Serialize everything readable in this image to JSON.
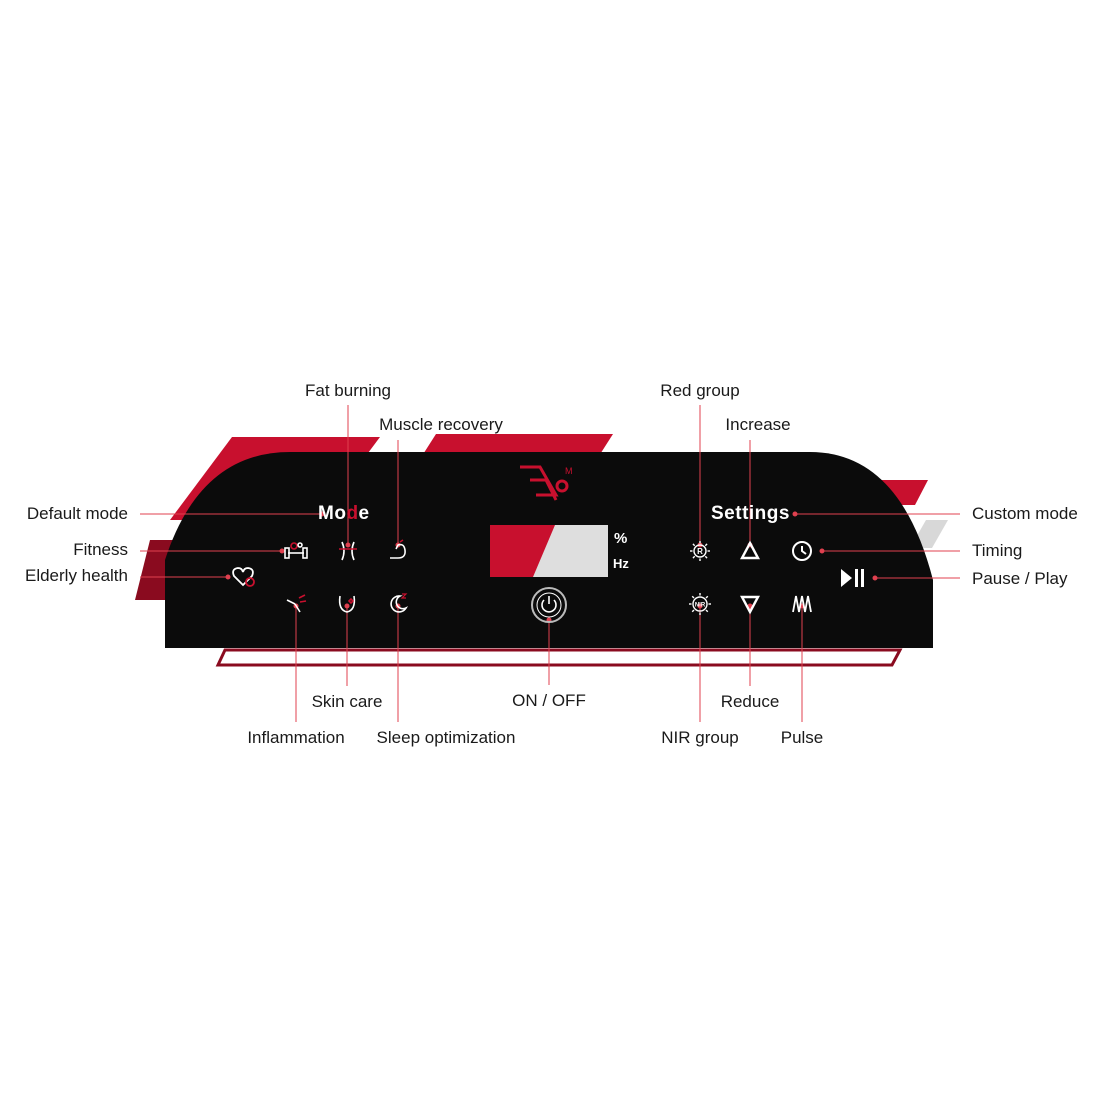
{
  "colors": {
    "panel": "#0b0b0b",
    "accent": "#c8102e",
    "accent_dark": "#8a0b1f",
    "leader": "#e0404f",
    "label": "#1a1a1a"
  },
  "panel": {
    "mode_title": "Mode",
    "settings_title": "Settings"
  },
  "display": {
    "unit_percent": "%",
    "unit_hz": "Hz"
  },
  "labels": {
    "fat_burning": "Fat burning",
    "muscle_recovery": "Muscle recovery",
    "default_mode": "Default mode",
    "fitness": "Fitness",
    "elderly_health": "Elderly health",
    "skin_care": "Skin care",
    "inflammation": "Inflammation",
    "sleep_optimization": "Sleep optimization",
    "on_off": "ON / OFF",
    "red_group": "Red group",
    "increase": "Increase",
    "custom_mode": "Custom mode",
    "timing": "Timing",
    "pause_play": "Pause / Play",
    "reduce": "Reduce",
    "nir_group": "NIR group",
    "pulse": "Pulse"
  },
  "icons": {
    "fitness": "dumbbell-icon",
    "fat_burning": "waist-icon",
    "muscle_recovery": "flexed-arm-icon",
    "elderly_health": "heart-icon",
    "inflammation": "joint-icon",
    "skin_care": "face-sparkle-icon",
    "sleep_optimization": "moon-zzz-icon",
    "power": "power-icon",
    "red_group": "sun-r-icon",
    "nir_group": "sun-nir-icon",
    "increase": "triangle-up-icon",
    "reduce": "triangle-down-icon",
    "timing": "clock-icon",
    "pulse": "pulse-wave-icon",
    "pause_play": "play-pause-icon"
  },
  "icon_text": {
    "red_letter": "R",
    "nir_letters": "NIR"
  }
}
